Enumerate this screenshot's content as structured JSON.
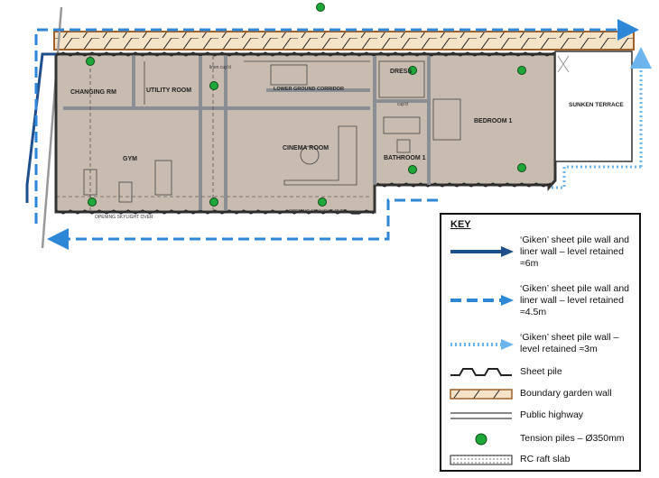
{
  "rooms": {
    "changing": "CHANGING RM",
    "utility": "UTILITY ROOM",
    "lower_corridor": "LOWER GROUND CORRIDOR",
    "dress": "DRESS",
    "bedroom": "BEDROOM 1",
    "sunken_terrace": "SUNKEN TERRACE",
    "gym": "GYM",
    "cinema": "CINEMA ROOM",
    "bathroom": "BATHROOM 1"
  },
  "small_labels": {
    "linen_cupd": "linen cup'd",
    "cupd": "cup'd",
    "opening_gym": "OPENING SKYLIGHT OVER",
    "opening_cinema": "OPENING SKYLIGHT OVER"
  },
  "key": {
    "title": "KEY",
    "items": [
      {
        "label": "‘Giken’ sheet pile wall and liner wall – level retained ≈6m",
        "icon": "solid-arrow-icon",
        "color": "#1f4e8c"
      },
      {
        "label": "‘Giken’ sheet pile wall and liner wall – level retained ≈4.5m",
        "icon": "dashed-arrow-icon",
        "color": "#2e86d6"
      },
      {
        "label": "‘Giken’ sheet pile wall – level retained ≈3m",
        "icon": "dotted-arrow-icon",
        "color": "#6cb4ee"
      },
      {
        "label": "Sheet pile",
        "icon": "sheet-pile-icon",
        "color": "#222222"
      },
      {
        "label": "Boundary garden wall",
        "icon": "garden-wall-icon",
        "color": "#a0602a"
      },
      {
        "label": "Public highway",
        "icon": "highway-icon",
        "color": "#888888"
      },
      {
        "label": "Tension piles – Ø350mm",
        "icon": "tension-pile-icon",
        "color": "#1fa83a"
      },
      {
        "label": "RC raft slab",
        "icon": "raft-slab-icon",
        "color": "#999999"
      }
    ]
  }
}
